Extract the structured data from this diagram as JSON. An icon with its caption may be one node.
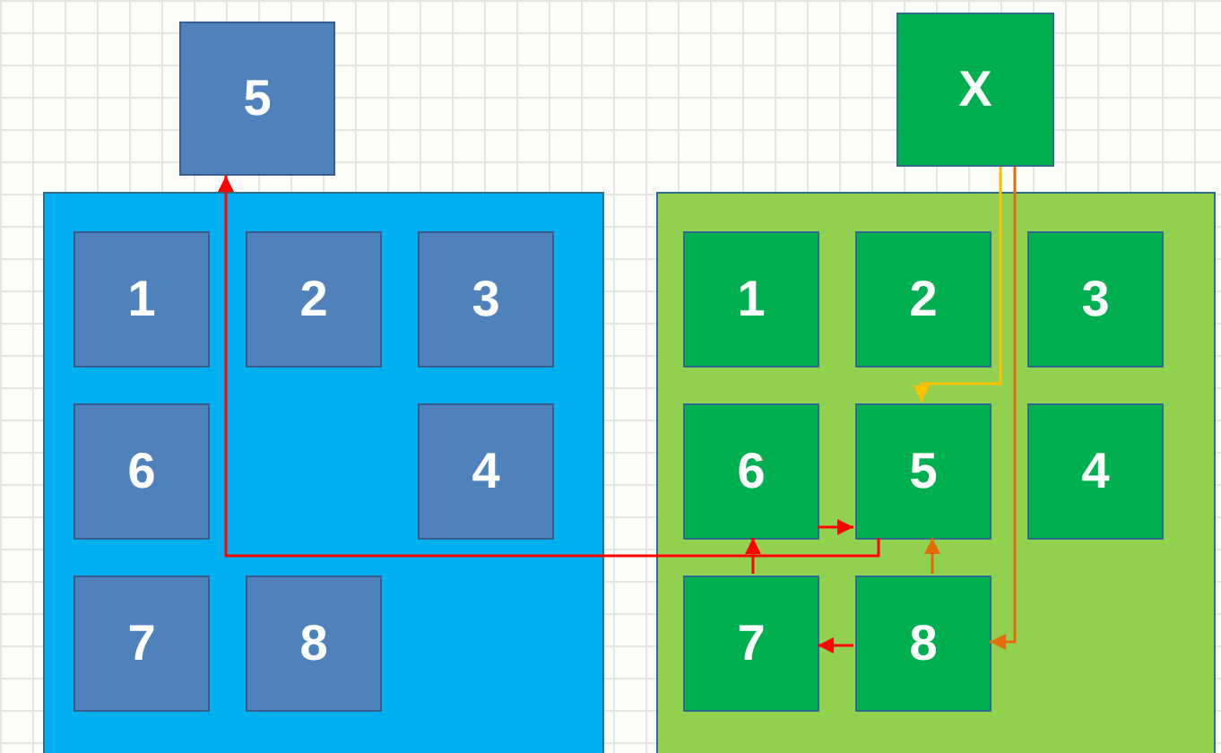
{
  "diagram": {
    "nodes": [
      {
        "text": [
          "5"
        ]
      },
      {
        "text": [
          "X"
        ]
      },
      {
        "text": [],
        "shape": "box"
      },
      {
        "text": [
          "1"
        ],
        "in": 2
      },
      {
        "text": [
          "2"
        ],
        "in": 2
      },
      {
        "text": [
          "3"
        ],
        "in": 2
      },
      {
        "text": [
          "6"
        ],
        "in": 2
      },
      {
        "text": [
          "4"
        ],
        "in": 2
      },
      {
        "text": [
          "7"
        ],
        "in": 2
      },
      {
        "text": [
          "8"
        ],
        "in": 2
      },
      {
        "text": [],
        "shape": "box"
      },
      {
        "text": [
          "1"
        ],
        "in": 10
      },
      {
        "text": [
          "2"
        ],
        "in": 10
      },
      {
        "text": [
          "3"
        ],
        "in": 10
      },
      {
        "text": [
          "6"
        ],
        "in": 10
      },
      {
        "text": [
          "5"
        ],
        "in": 10
      },
      {
        "text": [
          "4"
        ],
        "in": 10
      },
      {
        "text": [
          "7"
        ],
        "in": 10
      },
      {
        "text": [
          "8"
        ],
        "in": 10
      }
    ],
    "edges": [
      {
        "from": 15,
        "to": 0,
        "arrow": "to"
      },
      {
        "from": 1,
        "to": 15,
        "arrow": "to",
        "color": "#ffc000"
      },
      {
        "from": 1,
        "to": 18,
        "arrow": "to",
        "color": "#e46c0a"
      },
      {
        "from": 18,
        "to": 15,
        "arrow": "to",
        "color": "#e46c0a"
      },
      {
        "from": 18,
        "to": 17,
        "arrow": "to"
      },
      {
        "from": 17,
        "to": 14,
        "arrow": "to"
      },
      {
        "from": 14,
        "to": 15,
        "arrow": "to"
      }
    ]
  }
}
